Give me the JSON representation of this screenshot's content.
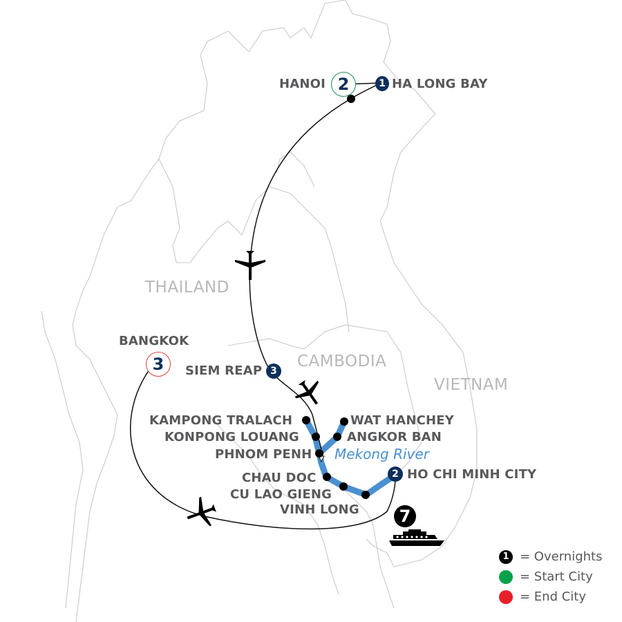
{
  "map": {
    "countries": [
      {
        "name": "THAILAND"
      },
      {
        "name": "CAMBODIA"
      },
      {
        "name": "VIETNAM"
      }
    ],
    "river_label": "Mekong River",
    "cities": {
      "hanoi": {
        "name": "HANOI",
        "overnights": "2",
        "role": "start"
      },
      "ha_long_bay": {
        "name": "HA LONG BAY",
        "overnights": "1"
      },
      "bangkok": {
        "name": "BANGKOK",
        "overnights": "3",
        "role": "end"
      },
      "siem_reap": {
        "name": "SIEM REAP",
        "overnights": "3"
      },
      "kampong_tralach": {
        "name": "KAMPONG TRALACH"
      },
      "konpong_louang": {
        "name": "KONPONG LOUANG"
      },
      "phnom_penh": {
        "name": "PHNOM PENH"
      },
      "wat_hanchey": {
        "name": "WAT HANCHEY"
      },
      "angkor_ban": {
        "name": "ANGKOR BAN"
      },
      "chau_doc": {
        "name": "CHAU DOC"
      },
      "cu_lao_gieng": {
        "name": "CU LAO GIENG"
      },
      "vinh_long": {
        "name": "VINH LONG"
      },
      "ho_chi_minh_city": {
        "name": "HO CHI MINH CITY",
        "overnights": "2"
      }
    },
    "cruise": {
      "nights": "7",
      "icon": "ship-icon"
    },
    "icons": [
      "plane-icon",
      "plane-icon",
      "plane-icon",
      "ship-icon"
    ]
  },
  "legend": {
    "items": [
      {
        "symbol": "1",
        "label": "= Overnights",
        "color": "#000000"
      },
      {
        "symbol": "",
        "label": "= Start City",
        "color": "#0aa14b"
      },
      {
        "symbol": "",
        "label": "= End City",
        "color": "#e8202a"
      }
    ]
  },
  "colors": {
    "badge": "#0d2f5c",
    "start_ring": "#1f8a5b",
    "end_ring": "#e0403a",
    "river": "#4a90d0",
    "label": "#58595b",
    "country": "#b7b8ba",
    "border": "#c8c9cb"
  }
}
